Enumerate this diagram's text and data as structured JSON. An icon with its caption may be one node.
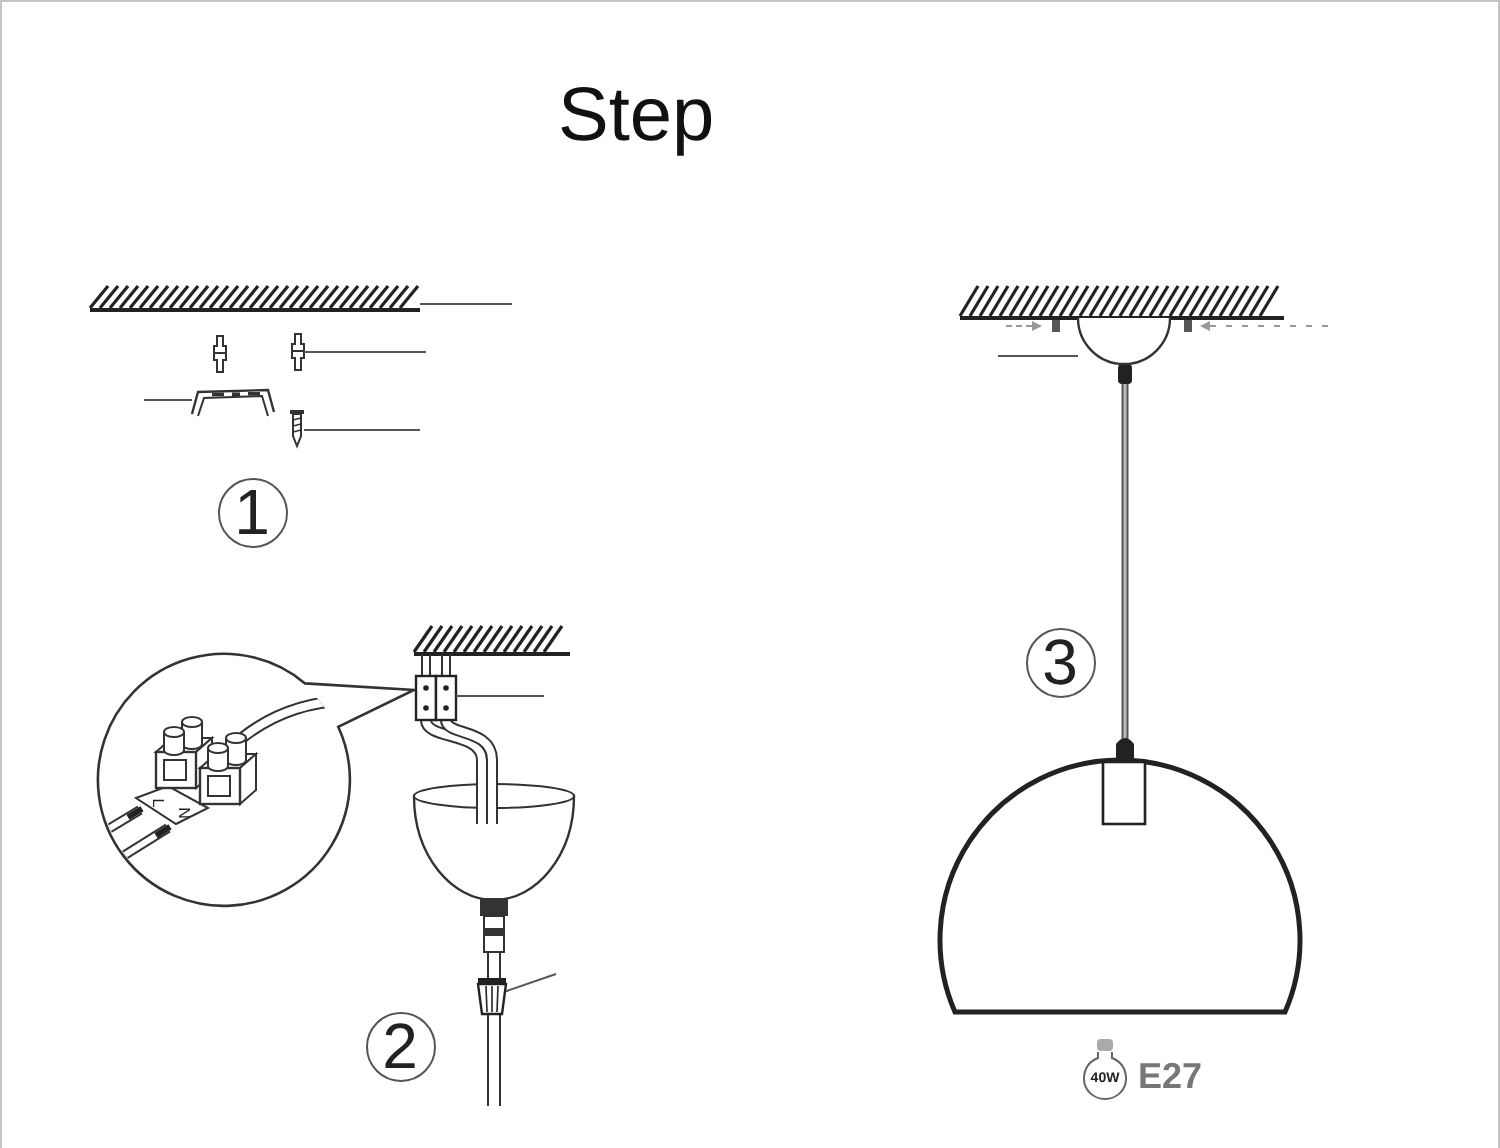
{
  "diagram": {
    "title": "Step",
    "nodes": [
      {
        "text": [],
        "shape": "picture"
      },
      {
        "text": [],
        "shape": "picture"
      },
      {
        "text": [],
        "shape": "picture"
      },
      {
        "text": [],
        "shape": "picture"
      },
      {
        "text": [
          "1"
        ]
      },
      {
        "text": [],
        "shape": "picture"
      },
      {
        "text": [],
        "shape": "picture"
      },
      {
        "text": [
          "2"
        ]
      },
      {
        "text": [],
        "shape": "picture"
      },
      {
        "text": [
          "3"
        ]
      },
      {
        "text": [
          "40W"
        ],
        "beside": [
          "E27"
        ]
      }
    ],
    "edges": [
      {
        "from": null,
        "to": 0,
        "arrow": "none"
      },
      {
        "from": null,
        "to": 1,
        "arrow": "none"
      },
      {
        "from": null,
        "to": 2,
        "arrow": "none"
      },
      {
        "from": null,
        "to": 3,
        "arrow": "none"
      },
      {
        "from": null,
        "to": 5,
        "arrow": "none"
      },
      {
        "from": null,
        "to": 6,
        "arrow": "none"
      },
      {
        "from": null,
        "to": 8,
        "arrow": "none"
      }
    ],
    "labels": [
      "L",
      "N"
    ]
  }
}
